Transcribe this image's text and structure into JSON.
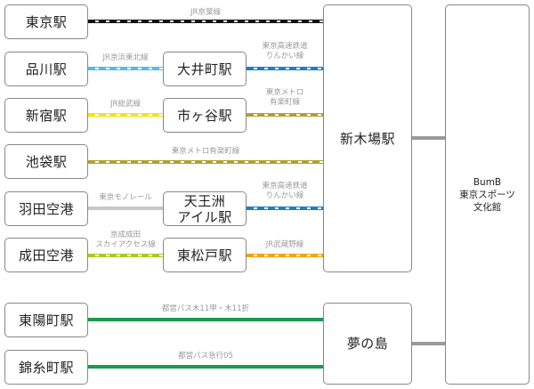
{
  "stations": {
    "tokyo": "東京駅",
    "shinagawa": "品川駅",
    "shinjuku": "新宿駅",
    "ikebukuro": "池袋駅",
    "haneda": "羽田空港",
    "narita": "成田空港",
    "oimachi": "大井町駅",
    "ichigaya": "市ヶ谷駅",
    "tennozu_1": "天王洲",
    "tennozu_2": "アイル駅",
    "higashimatsudo": "東松戸駅",
    "toyocho": "東陽町駅",
    "kinshicho": "錦糸町駅",
    "shinkiba": "新木場駅",
    "yumenoshima": "夢の島"
  },
  "destination": {
    "line1": "BumB",
    "line2": "東京スポーツ",
    "line3": "文化館"
  },
  "lines": {
    "keiyo": "JR京葉線",
    "rinkai_oimachi_1": "東京高速鉄道",
    "rinkai_oimachi_2": "りんかい線",
    "keihin_tohoku": "JR京浜東北線",
    "sobu": "JR総武線",
    "yurakucho_1": "東京メトロ",
    "yurakucho_2": "有楽町線",
    "yurakucho_ikebukuro": "東京メトロ有楽町線",
    "monorail": "東京モノレール",
    "rinkai_tennozu_1": "東京高速鉄道",
    "rinkai_tennozu_2": "りんかい線",
    "skyaccess_1": "京成成田",
    "skyaccess_2": "スカイアクセス線",
    "musashino": "JR武蔵野線",
    "bus_ki11": "都営バス木11甲・木11折",
    "bus_kyuko05": "都営バス急行05"
  },
  "colors": {
    "keiyo": "#111111",
    "keihin_tohoku": "#4ebde6",
    "rinkai": "#1b7fc4",
    "sobu": "#f7e400",
    "yurakucho": "#b3a02a",
    "monorail": "#c7c7c7",
    "skyaccess": "#a7cc1f",
    "musashino": "#f2a30f",
    "bus": "#1a9a4b",
    "connector": "#9a9a9a"
  }
}
